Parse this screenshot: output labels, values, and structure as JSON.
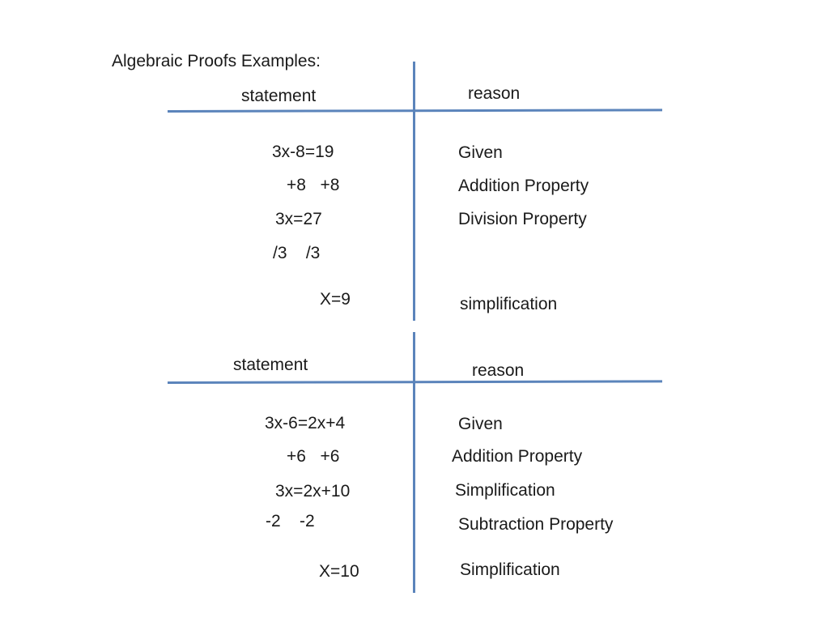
{
  "title": "Algebraic Proofs Examples:",
  "colors": {
    "rule": "#5b84bb",
    "text": "#1a1a1a",
    "background": "#ffffff"
  },
  "proofs": [
    {
      "statement_header": "statement",
      "reason_header": "reason",
      "statements": [
        "3x-8=19",
        "+8   +8",
        "3x=27",
        "/3    /3",
        "X=9"
      ],
      "reasons": [
        "Given",
        "Addition Property",
        "Division Property",
        "simplification"
      ]
    },
    {
      "statement_header": "statement",
      "reason_header": "reason",
      "statements": [
        "3x-6=2x+4",
        "+6   +6",
        "3x=2x+10",
        "-2    -2",
        "X=10"
      ],
      "reasons": [
        "Given",
        "Addition Property",
        "Simplification",
        "Subtraction Property",
        "Simplification"
      ]
    }
  ]
}
